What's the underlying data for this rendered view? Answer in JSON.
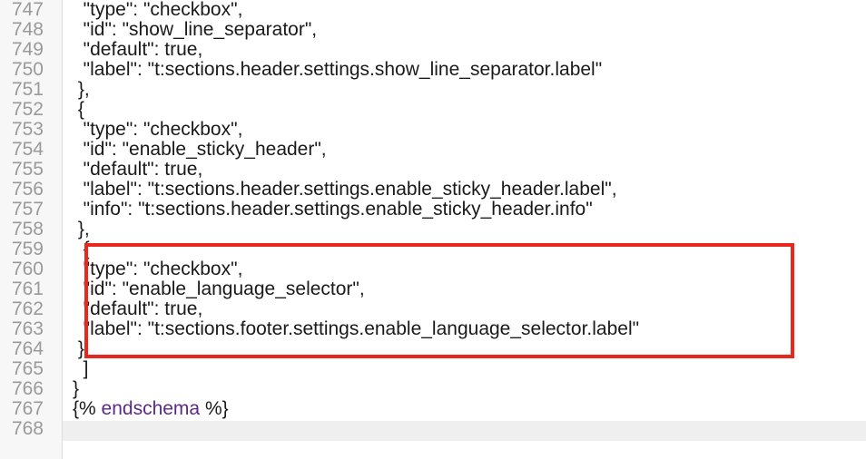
{
  "editor": {
    "lines": [
      {
        "num": "747",
        "code": "  \"type\": \"checkbox\","
      },
      {
        "num": "748",
        "code": "  \"id\": \"show_line_separator\","
      },
      {
        "num": "749",
        "code": "  \"default\": true,"
      },
      {
        "num": "750",
        "code": "  \"label\": \"t:sections.header.settings.show_line_separator.label\""
      },
      {
        "num": "751",
        "code": " },"
      },
      {
        "num": "752",
        "code": " {"
      },
      {
        "num": "753",
        "code": "  \"type\": \"checkbox\","
      },
      {
        "num": "754",
        "code": "  \"id\": \"enable_sticky_header\","
      },
      {
        "num": "755",
        "code": "  \"default\": true,"
      },
      {
        "num": "756",
        "code": "  \"label\": \"t:sections.header.settings.enable_sticky_header.label\","
      },
      {
        "num": "757",
        "code": "  \"info\": \"t:sections.header.settings.enable_sticky_header.info\""
      },
      {
        "num": "758",
        "code": " },"
      },
      {
        "num": "759",
        "code": "  {"
      },
      {
        "num": "760",
        "code": "  \"type\": \"checkbox\","
      },
      {
        "num": "761",
        "code": "  \"id\": \"enable_language_selector\","
      },
      {
        "num": "762",
        "code": "  \"default\": true,"
      },
      {
        "num": "763",
        "code": "  \"label\": \"t:sections.footer.settings.enable_language_selector.label\""
      },
      {
        "num": "764",
        "code": " }"
      },
      {
        "num": "765",
        "code": "  ]"
      },
      {
        "num": "766",
        "code": "}"
      },
      {
        "num": "767",
        "code_prefix": "{% ",
        "code_keyword": "endschema",
        "code_suffix": " %}"
      },
      {
        "num": "768",
        "code": ""
      }
    ]
  },
  "colors": {
    "highlight_border": "#e8281f",
    "keyword": "#5b2a86",
    "line_number": "#9a9a9a"
  }
}
